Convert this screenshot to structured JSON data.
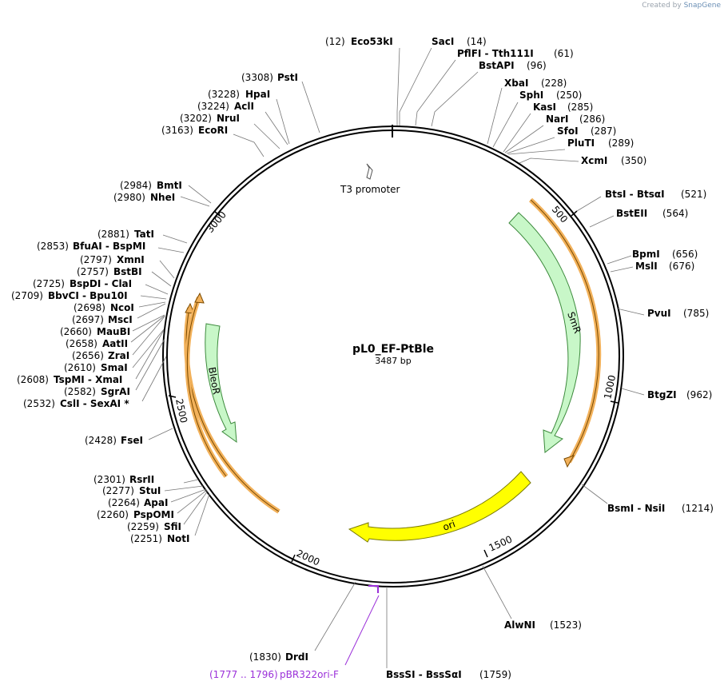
{
  "credit": {
    "prefix": "Created by",
    "brand": "SnapGene"
  },
  "plasmid": {
    "name": "pL0_EF-PtBle",
    "length_label": "3487 bp"
  },
  "tick_labels": {
    "t500": "500",
    "t1000": "1000",
    "t1500": "1500",
    "t2000": "2000",
    "t2500": "2500",
    "t3000": "3000"
  },
  "features": {
    "t3": "T3 promoter",
    "smr": "SmR",
    "ori": "ori",
    "bleor": "BleoR",
    "primer": "pBR322ori-F",
    "primer_pos": "(1777 .. 1796)"
  },
  "sites": [
    {
      "pos": "(12)",
      "name": "Eco53kI"
    },
    {
      "pos": "(14)",
      "name": "SacI"
    },
    {
      "pos": "(61)",
      "name": "PflFI  - Tth111I"
    },
    {
      "pos": "(96)",
      "name": "BstAPI"
    },
    {
      "pos": "(228)",
      "name": "XbaI"
    },
    {
      "pos": "(250)",
      "name": "SphI"
    },
    {
      "pos": "(285)",
      "name": "KasI"
    },
    {
      "pos": "(286)",
      "name": "NarI"
    },
    {
      "pos": "(287)",
      "name": "SfoI"
    },
    {
      "pos": "(289)",
      "name": "PluTI"
    },
    {
      "pos": "(350)",
      "name": "XcmI"
    },
    {
      "pos": "(521)",
      "name": "BtsI  - BtsαI"
    },
    {
      "pos": "(564)",
      "name": "BstEII"
    },
    {
      "pos": "(656)",
      "name": "BpmI"
    },
    {
      "pos": "(676)",
      "name": "MslI"
    },
    {
      "pos": "(785)",
      "name": "PvuI"
    },
    {
      "pos": "(962)",
      "name": "BtgZI"
    },
    {
      "pos": "(1214)",
      "name": "BsmI  - NsiI"
    },
    {
      "pos": "(1523)",
      "name": "AlwNI"
    },
    {
      "pos": "(1759)",
      "name": "BssSI  - BssSαI"
    },
    {
      "pos": "(1830)",
      "name": "DrdI"
    },
    {
      "pos": "(3308)",
      "name": "PstI"
    },
    {
      "pos": "(3228)",
      "name": "HpaI"
    },
    {
      "pos": "(3224)",
      "name": "AclI"
    },
    {
      "pos": "(3202)",
      "name": "NruI"
    },
    {
      "pos": "(3163)",
      "name": "EcoRI"
    },
    {
      "pos": "(2984)",
      "name": "BmtI"
    },
    {
      "pos": "(2980)",
      "name": "NheI"
    },
    {
      "pos": "(2881)",
      "name": "TatI"
    },
    {
      "pos": "(2853)",
      "name": "BfuAI  - BspMI"
    },
    {
      "pos": "(2797)",
      "name": "XmnI"
    },
    {
      "pos": "(2757)",
      "name": "BstBI"
    },
    {
      "pos": "(2725)",
      "name": "BspDI  - ClaI"
    },
    {
      "pos": "(2709)",
      "name": "BbvCI  - Bpu10I"
    },
    {
      "pos": "(2698)",
      "name": "NcoI"
    },
    {
      "pos": "(2697)",
      "name": "MscI"
    },
    {
      "pos": "(2660)",
      "name": "MauBI"
    },
    {
      "pos": "(2658)",
      "name": "AatII"
    },
    {
      "pos": "(2656)",
      "name": "ZraI"
    },
    {
      "pos": "(2610)",
      "name": "SmaI"
    },
    {
      "pos": "(2608)",
      "name": "TspMI  - XmaI"
    },
    {
      "pos": "(2582)",
      "name": "SgrAI"
    },
    {
      "pos": "(2532)",
      "name": "CslI  - SexAI *"
    },
    {
      "pos": "(2428)",
      "name": "FseI"
    },
    {
      "pos": "(2301)",
      "name": "RsrII"
    },
    {
      "pos": "(2277)",
      "name": "StuI"
    },
    {
      "pos": "(2264)",
      "name": "ApaI"
    },
    {
      "pos": "(2260)",
      "name": "PspOMI"
    },
    {
      "pos": "(2259)",
      "name": "SfiI"
    },
    {
      "pos": "(2251)",
      "name": "NotI"
    }
  ]
}
